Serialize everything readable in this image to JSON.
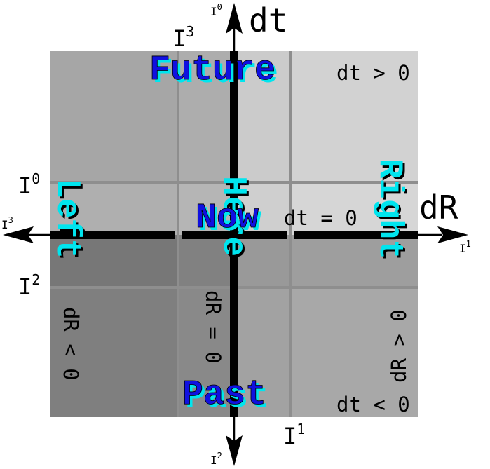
{
  "axes": {
    "vertical_label": "dt",
    "horizontal_label": "dR",
    "top_I": {
      "base": "I",
      "sup": "0"
    },
    "bottom_I": {
      "base": "I",
      "sup": "2"
    },
    "left_I": {
      "base": "I",
      "sup": "3"
    },
    "right_I": {
      "base": "I",
      "sup": "1"
    }
  },
  "corner_I": {
    "upper_mid": {
      "base": "I",
      "sup": "3"
    },
    "left_upper": {
      "base": "I",
      "sup": "0"
    },
    "left_lower": {
      "base": "I",
      "sup": "2"
    },
    "lower_mid": {
      "base": "I",
      "sup": "1"
    }
  },
  "regions": {
    "future": "Future",
    "past": "Past",
    "left": "Left",
    "right": "Right",
    "now": "Now",
    "here": "Here"
  },
  "conditions": {
    "dt_pos": "dt > 0",
    "dt_zero": "dt = 0",
    "dt_neg": "dt < 0",
    "dR_neg": "dR < 0",
    "dR_zero": "dR = 0",
    "dR_pos": "dR > 0"
  },
  "colors": {
    "word_fill": "#1010e0",
    "word_shadow": "#00e5ee",
    "axis": "#000000"
  }
}
